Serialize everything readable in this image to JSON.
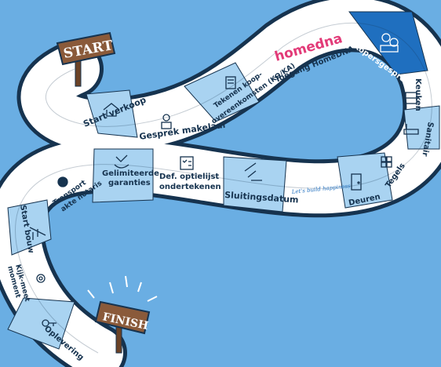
{
  "board": {
    "colors": {
      "background": "#6aaee3",
      "path_outline": "#16334f",
      "tile_light": "#a9d3f1",
      "tile_white": "#ffffff",
      "tile_highlight": "#1f6fbf",
      "sign_wood": "#8a5a3a"
    },
    "start_label": "START",
    "finish_label": "FINISH",
    "steps": [
      {
        "label": "Start verkoop",
        "icon": "handshake-house-icon"
      },
      {
        "label": "Gesprek makelaar",
        "icon": "agent-icon"
      },
      {
        "label": "Tekenen koop-",
        "label2": "overeenkomsten (KO/KA)",
        "icon": "signing-contract-icon"
      },
      {
        "label": "Toegang HomeDNA",
        "brand": "homedna",
        "icon": "homedna-logo"
      },
      {
        "label": "Kopersgesprek",
        "icon": "meeting-icon",
        "highlight": true
      },
      {
        "label": "Keuken",
        "icon": "kitchen-icon"
      },
      {
        "label": "Sanitair",
        "icon": "bathtub-icon"
      },
      {
        "label": "Tegels",
        "icon": "tiles-icon"
      },
      {
        "label": "Deuren",
        "icon": "door-icon"
      },
      {
        "label": "Let's build happiness",
        "icon": "slogan-script"
      },
      {
        "label": "Sluitingsdatum",
        "icon": "gavel-icon"
      },
      {
        "label": "Def. optielijst",
        "label2": "ondertekenen",
        "icon": "checklist-icon"
      },
      {
        "label": "Gelimiteerde",
        "label2": "garanties",
        "icon": "guarantee-icon"
      },
      {
        "label": "Transport",
        "label2": "akte notaris",
        "icon": "notary-seal-icon"
      },
      {
        "label": "Start bouw",
        "icon": "crane-icon"
      },
      {
        "label": "Kijk-meet",
        "label2": "moment",
        "icon": "tape-measure-icon"
      },
      {
        "label": "Oplevering",
        "icon": "keys-icon"
      }
    ]
  }
}
